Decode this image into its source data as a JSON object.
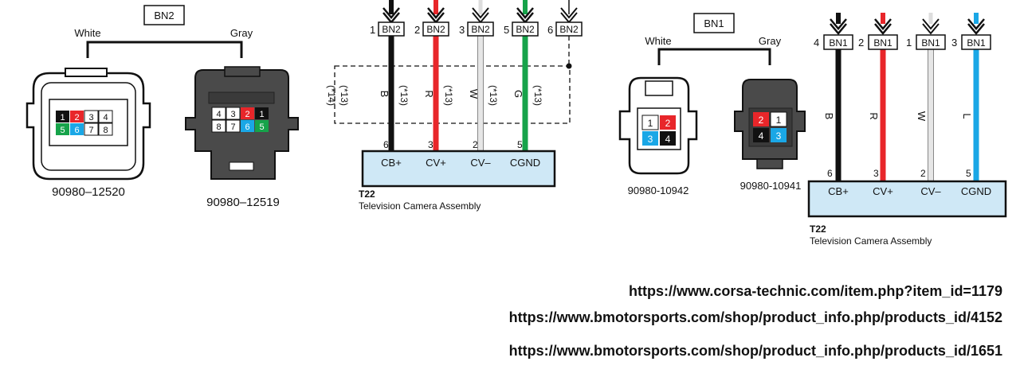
{
  "left": {
    "harness_label": "BN2",
    "wire_colors": {
      "white": "White",
      "gray": "Gray"
    },
    "conn_white": {
      "part": "90980–12520",
      "row1": [
        "1",
        "2",
        "3",
        "4"
      ],
      "row2": [
        "5",
        "6",
        "7",
        "8"
      ]
    },
    "conn_gray": {
      "part": "90980–12519",
      "row1": [
        "4",
        "3",
        "2",
        "1"
      ],
      "row2": [
        "8",
        "7",
        "6",
        "5"
      ]
    },
    "wires": [
      {
        "pin": "1",
        "tag": "BN2",
        "color_letter": "B",
        "note": "(*13)",
        "term": "6",
        "signal": "CB+",
        "color": "#111111"
      },
      {
        "pin": "2",
        "tag": "BN2",
        "color_letter": "R",
        "note": "(*13)",
        "term": "3",
        "signal": "CV+",
        "color": "#e8262a"
      },
      {
        "pin": "3",
        "tag": "BN2",
        "color_letter": "W",
        "note": "(*13)",
        "term": "2",
        "signal": "CV–",
        "color": "#e6e6e6"
      },
      {
        "pin": "5",
        "tag": "BN2",
        "color_letter": "G",
        "note": "(*13)",
        "term": "5",
        "signal": "CGND",
        "color": "#16a34a"
      },
      {
        "pin": "6",
        "tag": "BN2"
      }
    ],
    "side_notes": [
      "(*14)",
      "(*13)"
    ],
    "assembly_code": "T22",
    "assembly_name": "Television Camera Assembly"
  },
  "right": {
    "harness_label": "BN1",
    "wire_colors": {
      "white": "White",
      "gray": "Gray"
    },
    "conn_white": {
      "part": "90980-10942",
      "pins": [
        "1",
        "2",
        "3",
        "4"
      ]
    },
    "conn_gray": {
      "part": "90980-10941",
      "pins": [
        "2",
        "1",
        "4",
        "3"
      ]
    },
    "wires": [
      {
        "pin": "4",
        "tag": "BN1",
        "color_letter": "B",
        "term": "6",
        "signal": "CB+",
        "color": "#111111"
      },
      {
        "pin": "2",
        "tag": "BN1",
        "color_letter": "R",
        "term": "3",
        "signal": "CV+",
        "color": "#e8262a"
      },
      {
        "pin": "1",
        "tag": "BN1",
        "color_letter": "W",
        "term": "2",
        "signal": "CV–",
        "color": "#e6e6e6"
      },
      {
        "pin": "3",
        "tag": "BN1",
        "color_letter": "L",
        "term": "5",
        "signal": "CGND",
        "color": "#1aa7e6"
      }
    ],
    "assembly_code": "T22",
    "assembly_name": "Television Camera Assembly"
  },
  "links": [
    "https://www.corsa-technic.com/item.php?item_id=1179",
    "https://www.bmotorsports.com/shop/product_info.php/products_id/4152",
    "https://www.bmotorsports.com/shop/product_info.php/products_id/1651"
  ]
}
